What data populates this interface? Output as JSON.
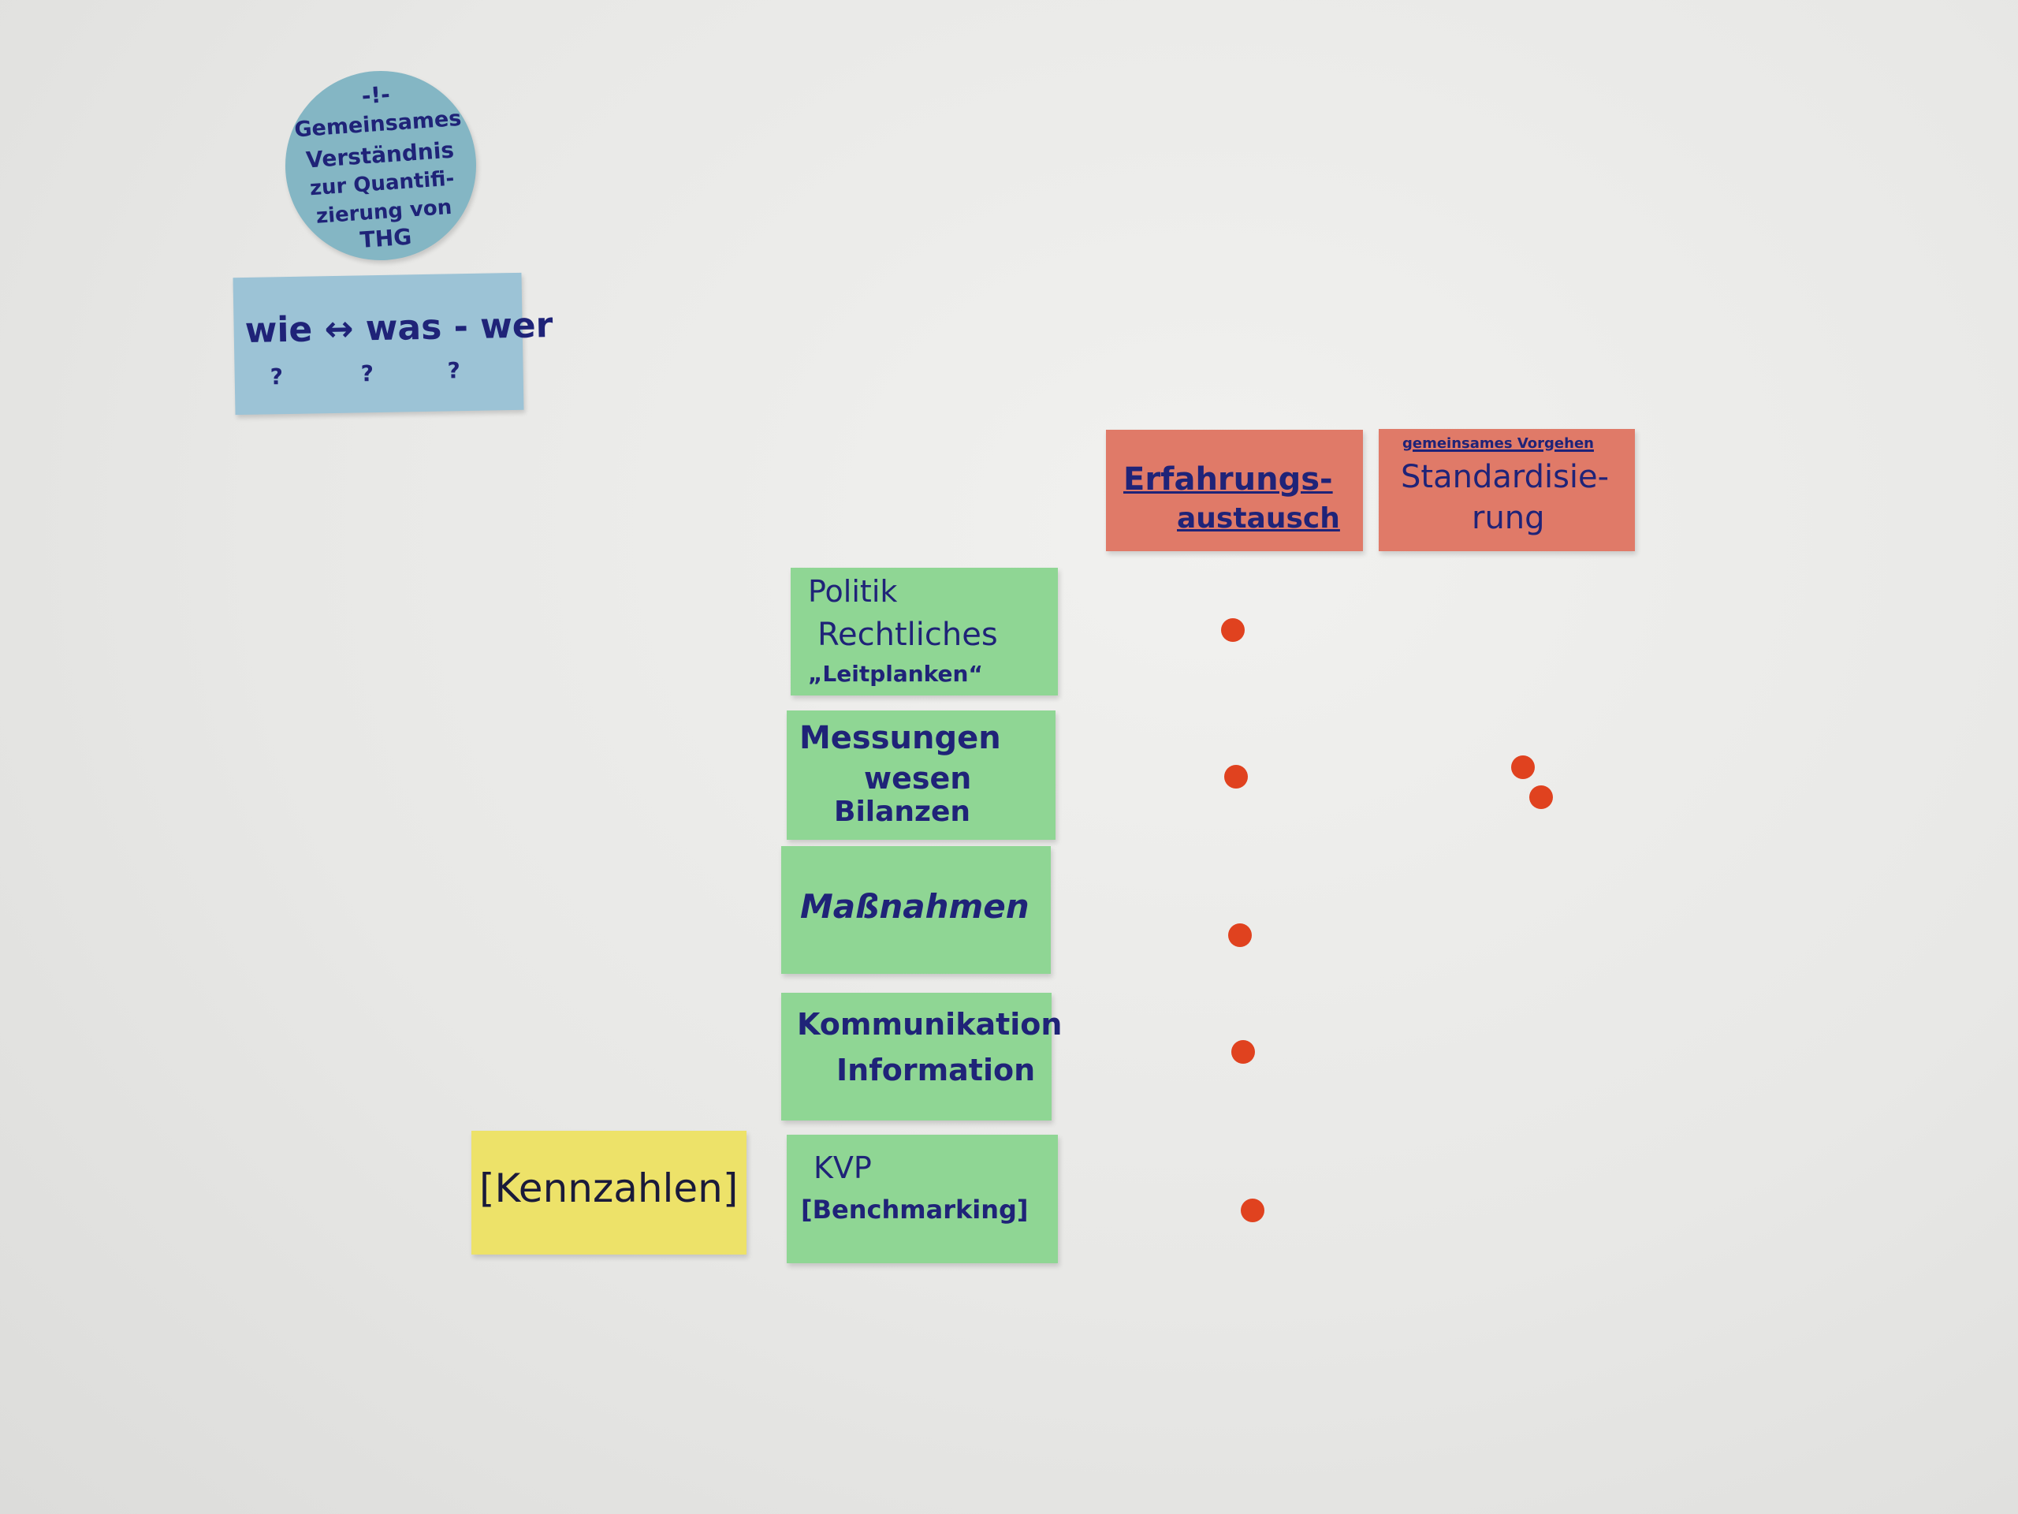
{
  "circle_note": {
    "mark": "-!-",
    "lines": [
      "Gemeinsames",
      "Verständnis",
      "zur Quantifi-",
      "zierung von",
      "THG"
    ]
  },
  "question_note": {
    "title": "wie ↔ was - wer",
    "marks": [
      "?",
      "?",
      "?"
    ]
  },
  "columns": [
    {
      "label": "Erfahrungs-austausch",
      "lines": [
        "Erfahrungs-",
        "austausch"
      ]
    },
    {
      "subtitle": "gemeinsames Vorgehen",
      "lines": [
        "Standardisie-",
        "rung"
      ]
    }
  ],
  "rows": [
    {
      "lines": [
        "Politik",
        "Rechtliches",
        "„Leitplanken“"
      ],
      "votes": [
        1,
        0
      ]
    },
    {
      "lines": [
        "Messungen",
        "wesen",
        "Bilanzen"
      ],
      "votes": [
        1,
        2
      ]
    },
    {
      "lines": [
        "Maßnahmen"
      ],
      "votes": [
        1,
        0
      ]
    },
    {
      "lines": [
        "Kommunikation",
        "Information"
      ],
      "votes": [
        1,
        0
      ]
    },
    {
      "lines": [
        "KVP",
        "[Benchmarking]"
      ],
      "votes": [
        1,
        0
      ]
    }
  ],
  "side_note": {
    "label": "[Kennzahlen]"
  },
  "colors": {
    "ink": "#1f2378",
    "blue": "#84b6c4",
    "red": "#e07a68",
    "green": "#8fd694",
    "yellow": "#ede269",
    "dot": "#e0421f"
  }
}
